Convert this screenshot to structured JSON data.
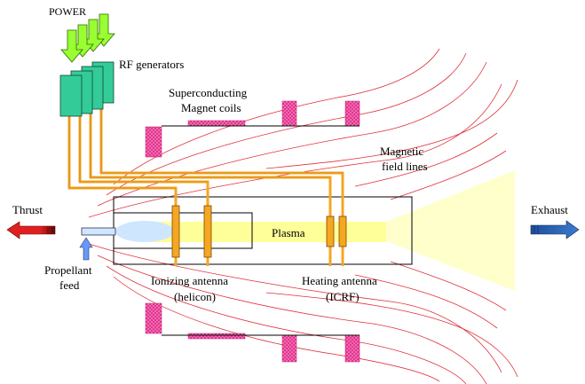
{
  "labels": {
    "power": "POWER",
    "rf_generators": "RF generators",
    "magnet_line1": "Superconducting",
    "magnet_line2": "Magnet coils",
    "field_line1": "Magnetic",
    "field_line2": "field lines",
    "thrust": "Thrust",
    "exhaust": "Exhaust",
    "plasma": "Plasma",
    "propellant_line1": "Propellant",
    "propellant_line2": "feed",
    "ionizing_line1": "Ionizing antenna",
    "ionizing_line2": "(helicon)",
    "heating_line1": "Heating antenna",
    "heating_line2": "(ICRF)"
  },
  "colors": {
    "power_arrow": "#99ff33",
    "rf_generator": "#33cc99",
    "rf_wire": "#f5a623",
    "antenna": "#f5a623",
    "magnet_coil": "#e6338f",
    "field_line": "#e0303a",
    "plasma": "#ffff99",
    "plume": "#ffffcc",
    "thrust_arrow": "#e02020",
    "exhaust_arrow": "#2a5aa8",
    "propellant_arrow": "#6699ff",
    "gas_blob": "#cfe6ff"
  }
}
